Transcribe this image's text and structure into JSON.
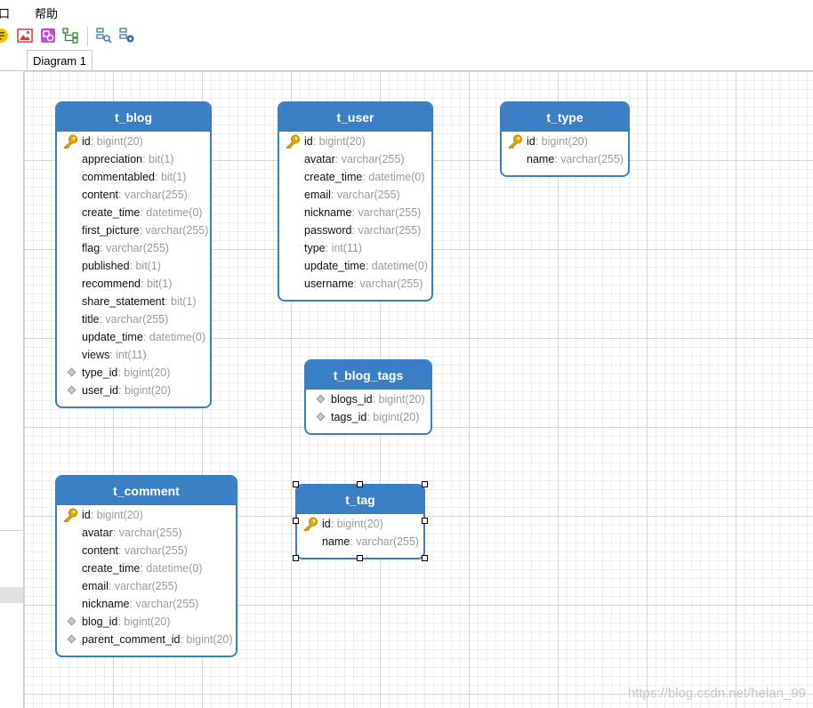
{
  "menu": {
    "left_item": "口",
    "help": "帮助"
  },
  "toolbar": {
    "icons": [
      "note-icon",
      "image-icon",
      "shapes-icon",
      "tree-layout-icon",
      "find-icon",
      "search-settings-icon"
    ]
  },
  "tabs": [
    {
      "label": "Diagram 1"
    }
  ],
  "colors": {
    "entity_header": "#3a7fc3",
    "type_text": "#9a9a9a",
    "key": "#e8a800"
  },
  "entities": {
    "t_blog": {
      "name": "t_blog",
      "fields": [
        {
          "name": "id",
          "type": ": bigint(20)",
          "marker": "pk"
        },
        {
          "name": "appreciation",
          "type": ": bit(1)",
          "marker": ""
        },
        {
          "name": "commentabled",
          "type": ": bit(1)",
          "marker": ""
        },
        {
          "name": "content",
          "type": ": varchar(255)",
          "marker": ""
        },
        {
          "name": "create_time",
          "type": ": datetime(0)",
          "marker": ""
        },
        {
          "name": "first_picture",
          "type": ": varchar(255)",
          "marker": ""
        },
        {
          "name": "flag",
          "type": ": varchar(255)",
          "marker": ""
        },
        {
          "name": "published",
          "type": ": bit(1)",
          "marker": ""
        },
        {
          "name": "recommend",
          "type": ": bit(1)",
          "marker": ""
        },
        {
          "name": "share_statement",
          "type": ": bit(1)",
          "marker": ""
        },
        {
          "name": "title",
          "type": ": varchar(255)",
          "marker": ""
        },
        {
          "name": "update_time",
          "type": ": datetime(0)",
          "marker": ""
        },
        {
          "name": "views",
          "type": ": int(11)",
          "marker": ""
        },
        {
          "name": "type_id",
          "type": ": bigint(20)",
          "marker": "fk"
        },
        {
          "name": "user_id",
          "type": ": bigint(20)",
          "marker": "fk"
        }
      ]
    },
    "t_user": {
      "name": "t_user",
      "fields": [
        {
          "name": "id",
          "type": ": bigint(20)",
          "marker": "pk"
        },
        {
          "name": "avatar",
          "type": ": varchar(255)",
          "marker": ""
        },
        {
          "name": "create_time",
          "type": ": datetime(0)",
          "marker": ""
        },
        {
          "name": "email",
          "type": ": varchar(255)",
          "marker": ""
        },
        {
          "name": "nickname",
          "type": ": varchar(255)",
          "marker": ""
        },
        {
          "name": "password",
          "type": ": varchar(255)",
          "marker": ""
        },
        {
          "name": "type",
          "type": ": int(11)",
          "marker": ""
        },
        {
          "name": "update_time",
          "type": ": datetime(0)",
          "marker": ""
        },
        {
          "name": "username",
          "type": ": varchar(255)",
          "marker": ""
        }
      ]
    },
    "t_type": {
      "name": "t_type",
      "fields": [
        {
          "name": "id",
          "type": ": bigint(20)",
          "marker": "pk"
        },
        {
          "name": "name",
          "type": ": varchar(255)",
          "marker": ""
        }
      ]
    },
    "t_blog_tags": {
      "name": "t_blog_tags",
      "fields": [
        {
          "name": "blogs_id",
          "type": ": bigint(20)",
          "marker": "fk"
        },
        {
          "name": "tags_id",
          "type": ": bigint(20)",
          "marker": "fk"
        }
      ]
    },
    "t_comment": {
      "name": "t_comment",
      "fields": [
        {
          "name": "id",
          "type": ": bigint(20)",
          "marker": "pk"
        },
        {
          "name": "avatar",
          "type": ": varchar(255)",
          "marker": ""
        },
        {
          "name": "content",
          "type": ": varchar(255)",
          "marker": ""
        },
        {
          "name": "create_time",
          "type": ": datetime(0)",
          "marker": ""
        },
        {
          "name": "email",
          "type": ": varchar(255)",
          "marker": ""
        },
        {
          "name": "nickname",
          "type": ": varchar(255)",
          "marker": ""
        },
        {
          "name": "blog_id",
          "type": ": bigint(20)",
          "marker": "fk"
        },
        {
          "name": "parent_comment_id",
          "type": ": bigint(20)",
          "marker": "fk"
        }
      ]
    },
    "t_tag": {
      "name": "t_tag",
      "selected": true,
      "fields": [
        {
          "name": "id",
          "type": ": bigint(20)",
          "marker": "pk"
        },
        {
          "name": "name",
          "type": ": varchar(255)",
          "marker": ""
        }
      ]
    }
  },
  "watermark": "https://blog.csdn.net/helan_99"
}
